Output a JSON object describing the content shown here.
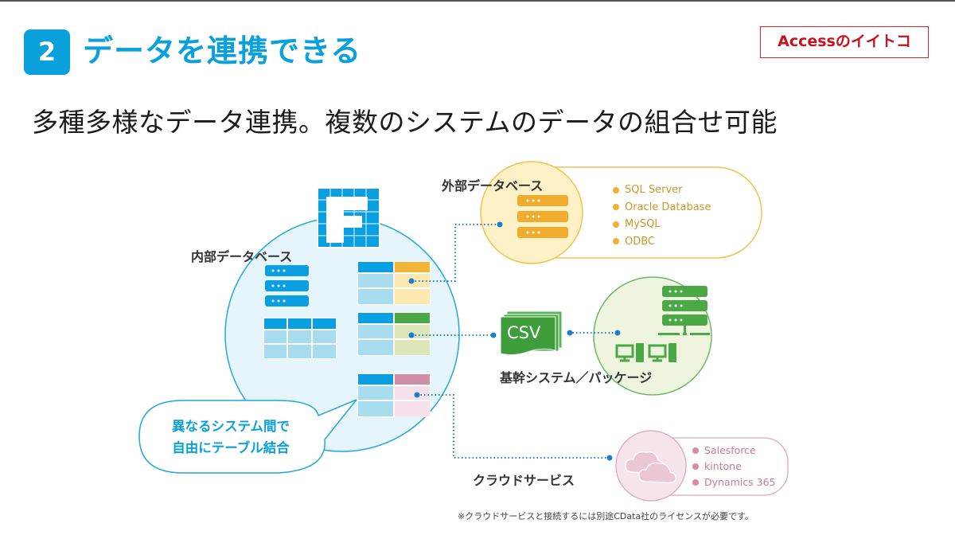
{
  "header": {
    "section_number": "2",
    "title": "データを連携できる",
    "brand": "Accessのイイトコ"
  },
  "subtitle": "多種多様なデータ連携。複数のシステムのデータの組合せ可能",
  "diagram": {
    "internal_db": {
      "label": "内部データベース",
      "logo_icon": "f-grid-logo-icon"
    },
    "external_db": {
      "label": "外部データベース",
      "items": [
        "SQL Server",
        "Oracle Database",
        "MySQL",
        "ODBC"
      ],
      "color": "#f0b030"
    },
    "core_system": {
      "label": "基幹システム／パッケージ",
      "csv_label": "CSV",
      "color": "#4aa845"
    },
    "cloud_service": {
      "label": "クラウドサービス",
      "items": [
        "Salesforce",
        "kintone",
        "Dynamics 365"
      ],
      "color": "#d88aa8"
    },
    "callout": {
      "line1": "異なるシステム間で",
      "line2": "自由にテーブル結合"
    },
    "accent_color": "#0aa0dc"
  },
  "footnote": "※クラウドサービスと接続するには別途CData社のライセンスが必要です。"
}
